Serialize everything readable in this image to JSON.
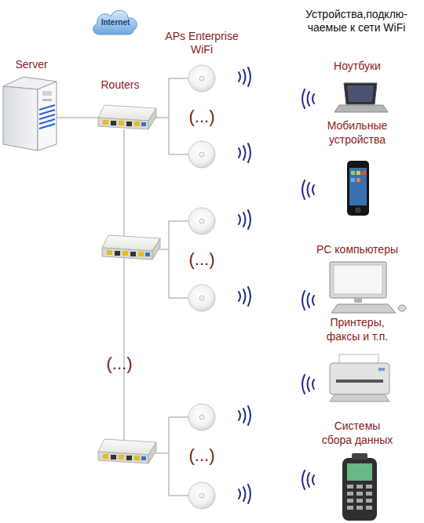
{
  "diagram": {
    "title": "Устройства,подклю- чаемые к сети WiFi",
    "nodes": [
      {
        "text": [
          "Internet"
        ]
      },
      {
        "text": [
          "Server"
        ]
      },
      {
        "text": [
          "Ноутбуки"
        ]
      },
      {
        "text": [
          "Мобильные устройства"
        ]
      },
      {
        "text": [
          "PC компьютеры"
        ]
      },
      {
        "text": [
          "Принтеры, факсы и т.п."
        ]
      },
      {
        "text": [
          "Системы сбора данных"
        ]
      }
    ],
    "labels": [
      "Routers",
      "APs Enterprise WiFi",
      "(...)",
      "(...)",
      "(...)",
      "(...)"
    ]
  }
}
